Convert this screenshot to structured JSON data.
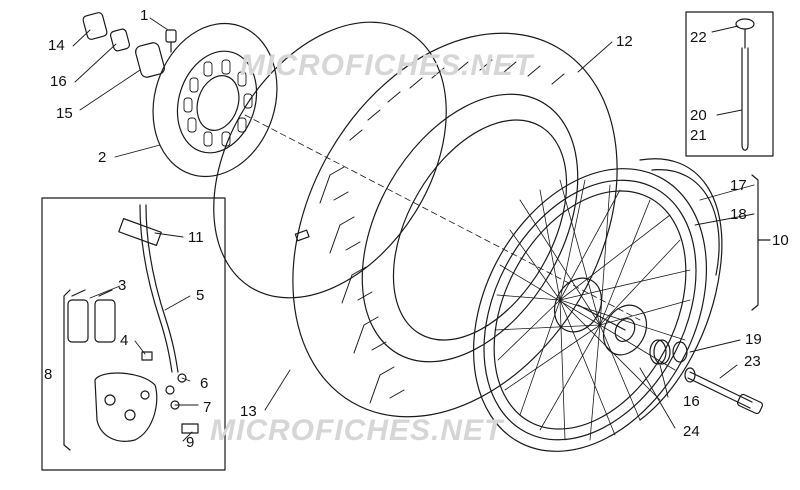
{
  "watermark": {
    "text_top": "MICROFICHES.NET",
    "text_bottom": "MICROFICHES.NET"
  },
  "labels": [
    {
      "id": "label-1",
      "text": "1"
    },
    {
      "id": "label-2",
      "text": "2"
    },
    {
      "id": "label-3",
      "text": "3"
    },
    {
      "id": "label-4",
      "text": "4"
    },
    {
      "id": "label-5",
      "text": "5"
    },
    {
      "id": "label-6",
      "text": "6"
    },
    {
      "id": "label-7",
      "text": "7"
    },
    {
      "id": "label-8",
      "text": "8"
    },
    {
      "id": "label-9",
      "text": "9"
    },
    {
      "id": "label-10",
      "text": "10"
    },
    {
      "id": "label-11",
      "text": "11"
    },
    {
      "id": "label-12",
      "text": "12"
    },
    {
      "id": "label-13",
      "text": "13"
    },
    {
      "id": "label-14",
      "text": "14"
    },
    {
      "id": "label-15",
      "text": "15"
    },
    {
      "id": "label-16a",
      "text": "16"
    },
    {
      "id": "label-16b",
      "text": "16"
    },
    {
      "id": "label-17",
      "text": "17"
    },
    {
      "id": "label-18",
      "text": "18"
    },
    {
      "id": "label-19",
      "text": "19"
    },
    {
      "id": "label-20",
      "text": "20"
    },
    {
      "id": "label-21",
      "text": "21"
    },
    {
      "id": "label-22",
      "text": "22"
    },
    {
      "id": "label-23",
      "text": "23"
    },
    {
      "id": "label-24",
      "text": "24"
    }
  ],
  "colors": {
    "line": "#1a1a1a",
    "watermark": "#d6d6d6",
    "background": "#ffffff"
  }
}
